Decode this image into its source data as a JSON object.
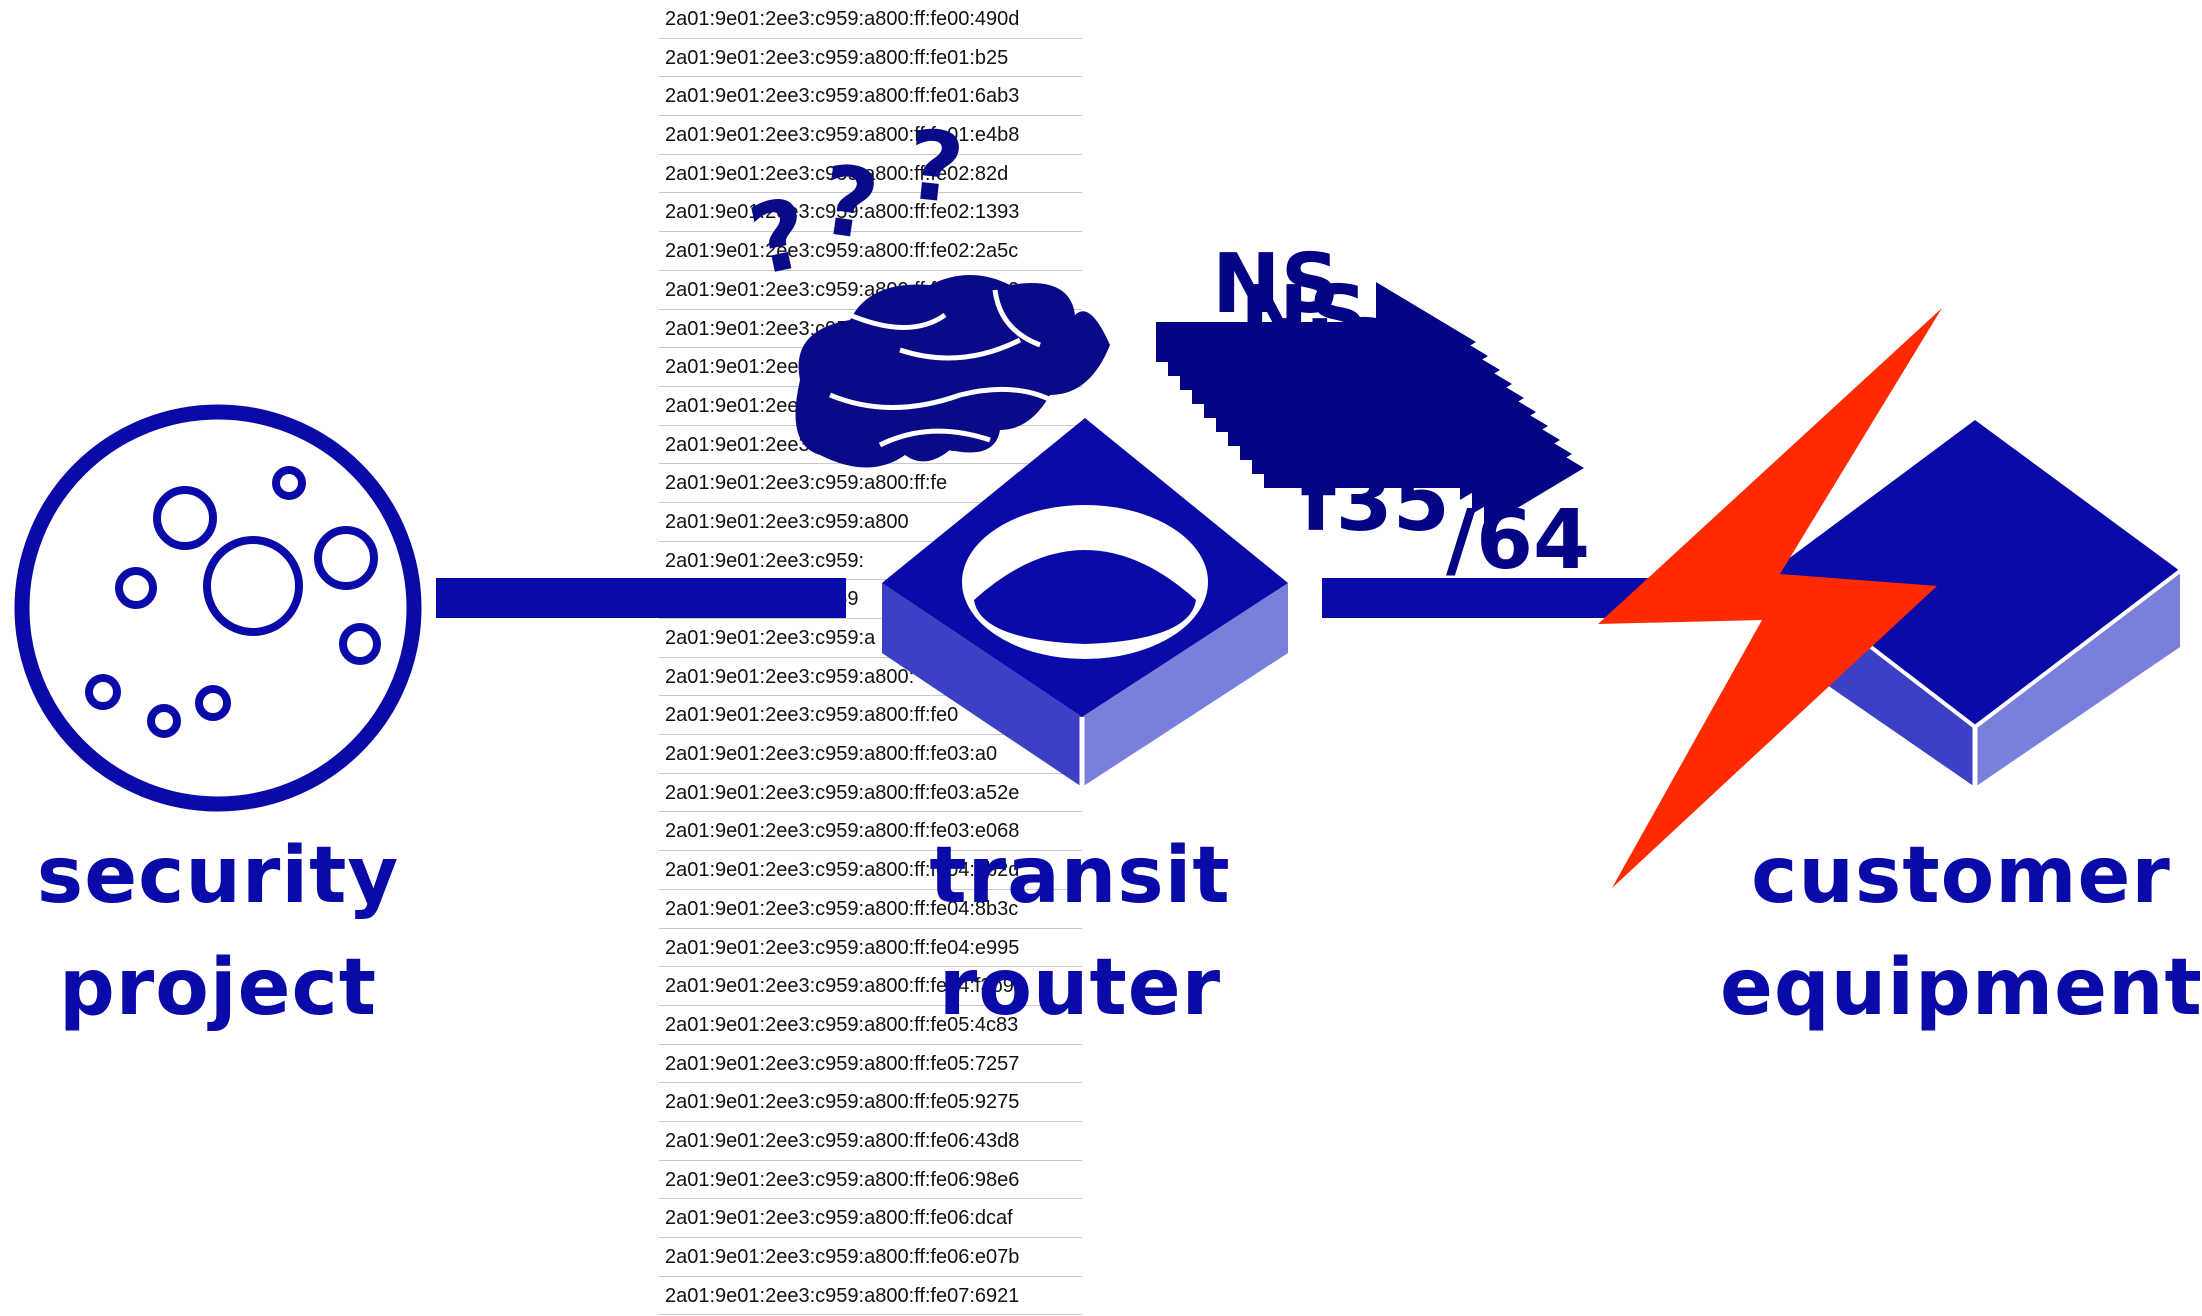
{
  "addresses": [
    "2a01:9e01:2ee3:c959:a800:ff:fe00:490d",
    "2a01:9e01:2ee3:c959:a800:ff:fe01:b25",
    "2a01:9e01:2ee3:c959:a800:ff:fe01:6ab3",
    "2a01:9e01:2ee3:c959:a800:ff:fe01:e4b8",
    "2a01:9e01:2ee3:c959:a800:ff:fe02:82d",
    "2a01:9e01:2ee3:c959:a800:ff:fe02:1393",
    "2a01:9e01:2ee3:c959:a800:ff:fe02:2a5c",
    "2a01:9e01:2ee3:c959:a800:ff:fe02:39e9",
    "2a01:9e01:2ee3:c959:a800:ff:fe02:",
    "2a01:9e01:2ee3:c959:a800:ff:fe02:b",
    "2a01:9e01:2ee3:c959:a800:ff:fe02:a5fb",
    "2a01:9e01:2ee3:c959:a800:ff:fe02:c",
    "2a01:9e01:2ee3:c959:a800:ff:fe",
    "2a01:9e01:2ee3:c959:a800",
    "2a01:9e01:2ee3:c959:",
    "2a01:9e01:2ee3:c959",
    "2a01:9e01:2ee3:c959:a",
    "2a01:9e01:2ee3:c959:a800:",
    "2a01:9e01:2ee3:c959:a800:ff:fe0",
    "2a01:9e01:2ee3:c959:a800:ff:fe03:a0",
    "2a01:9e01:2ee3:c959:a800:ff:fe03:a52e",
    "2a01:9e01:2ee3:c959:a800:ff:fe03:e068",
    "2a01:9e01:2ee3:c959:a800:ff:fe04:7b2d",
    "2a01:9e01:2ee3:c959:a800:ff:fe04:8b3c",
    "2a01:9e01:2ee3:c959:a800:ff:fe04:e995",
    "2a01:9e01:2ee3:c959:a800:ff:fe04:f3b9",
    "2a01:9e01:2ee3:c959:a800:ff:fe05:4c83",
    "2a01:9e01:2ee3:c959:a800:ff:fe05:7257",
    "2a01:9e01:2ee3:c959:a800:ff:fe05:9275",
    "2a01:9e01:2ee3:c959:a800:ff:fe06:43d8",
    "2a01:9e01:2ee3:c959:a800:ff:fe06:98e6",
    "2a01:9e01:2ee3:c959:a800:ff:fe06:dcaf",
    "2a01:9e01:2ee3:c959:a800:ff:fe06:e07b",
    "2a01:9e01:2ee3:c959:a800:ff:fe07:6921"
  ],
  "nodes": {
    "security_project": {
      "line1": "security",
      "line2": "project"
    },
    "transit_router": {
      "line1": "transit",
      "line2": "router"
    },
    "customer_equipment": {
      "line1": "customer",
      "line2": "equipment"
    }
  },
  "messages": {
    "ns_label": "NS",
    "prefix_label": "/64",
    "fragment_label": "f35"
  },
  "colors": {
    "primary": "#0a0aa8",
    "navy": "#040485",
    "side_light": "#7b7fdc",
    "side_mid": "#3d3fc4",
    "lightning": "#ff2a00"
  },
  "icons": [
    "petri-dish-icon",
    "brain-icon",
    "question-mark-icon",
    "router-icon",
    "customer-device-icon",
    "lightning-icon",
    "arrow-icon"
  ]
}
